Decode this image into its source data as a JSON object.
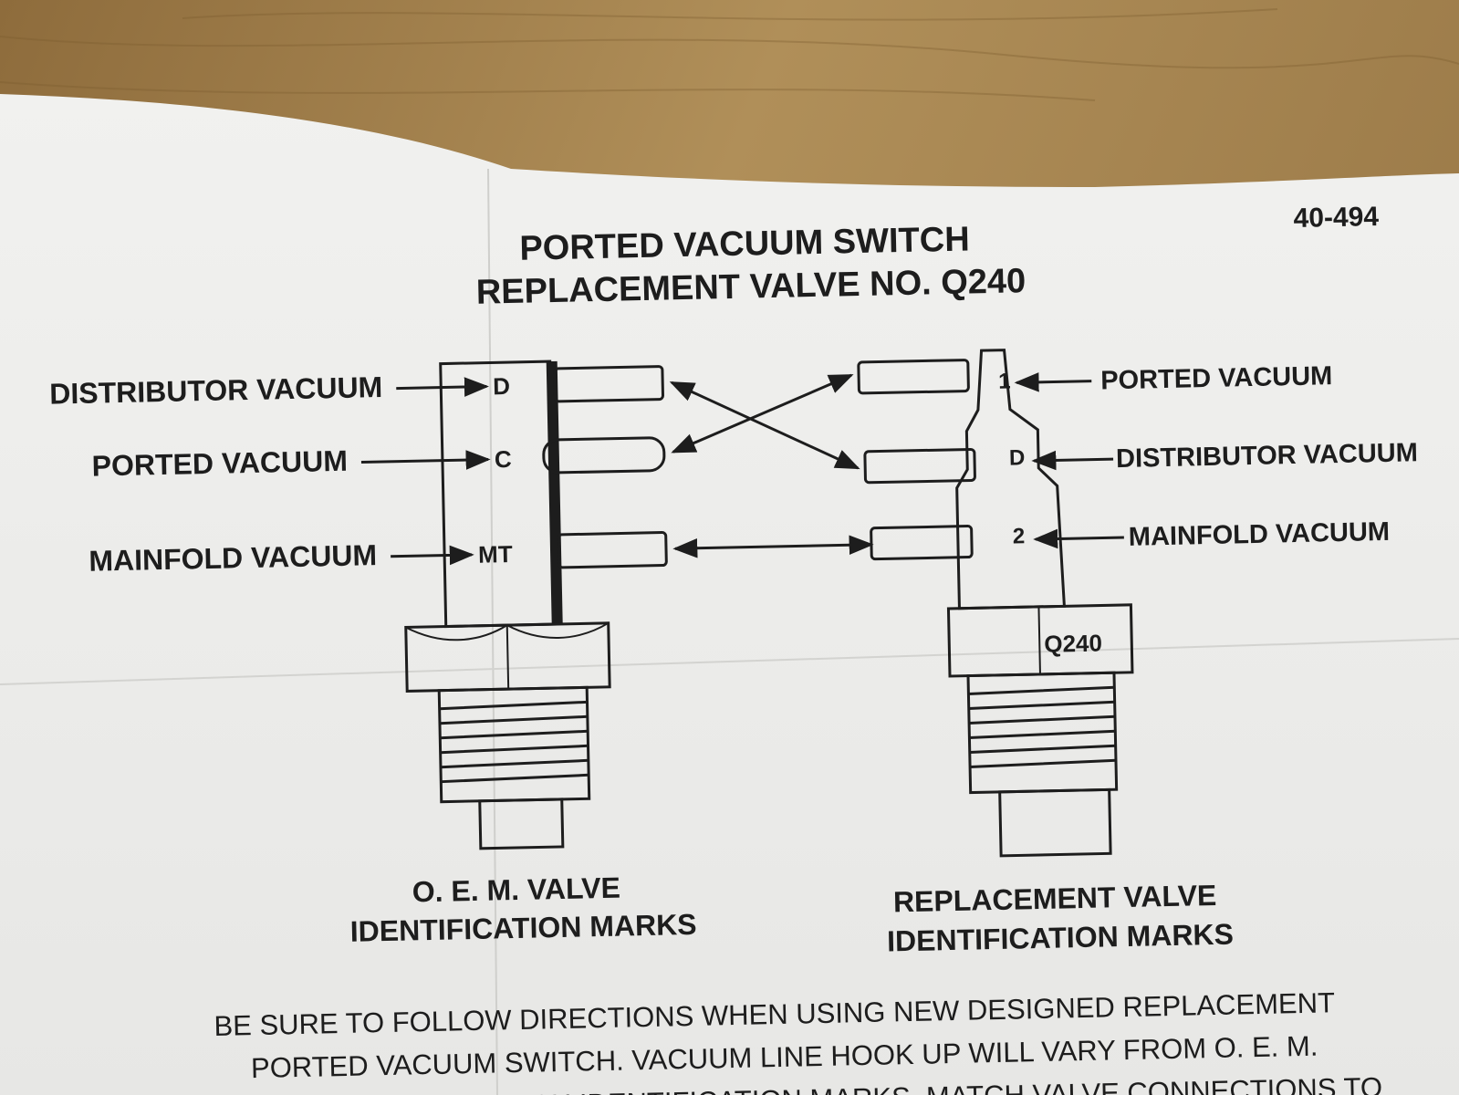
{
  "document": {
    "doc_number": "40-494",
    "title_line1": "PORTED VACUUM SWITCH",
    "title_line2": "REPLACEMENT VALVE NO. Q240"
  },
  "oem_valve": {
    "ports": [
      {
        "label": "DISTRIBUTOR VACUUM",
        "mark": "D"
      },
      {
        "label": "PORTED VACUUM",
        "mark": "C"
      },
      {
        "label": "MAINFOLD VACUUM",
        "mark": "MT"
      }
    ],
    "caption_line1": "O. E. M. VALVE",
    "caption_line2": "IDENTIFICATION MARKS"
  },
  "replacement_valve": {
    "ports": [
      {
        "label": "PORTED VACUUM",
        "mark": "1"
      },
      {
        "label": "DISTRIBUTOR VACUUM",
        "mark": "D"
      },
      {
        "label": "MAINFOLD VACUUM",
        "mark": "2"
      }
    ],
    "hex_mark": "Q240",
    "caption_line1": "REPLACEMENT VALVE",
    "caption_line2": "IDENTIFICATION MARKS"
  },
  "instructions": {
    "line1": "BE SURE TO FOLLOW DIRECTIONS WHEN USING NEW DESIGNED REPLACEMENT",
    "line2": "PORTED VACUUM SWITCH. VACUUM LINE HOOK UP WILL VARY FROM O. E. M.",
    "line3": "PORTED VACUUM SWITCH IDENTIFICATION MARKS. MATCH VALVE CONNECTIONS TO"
  }
}
